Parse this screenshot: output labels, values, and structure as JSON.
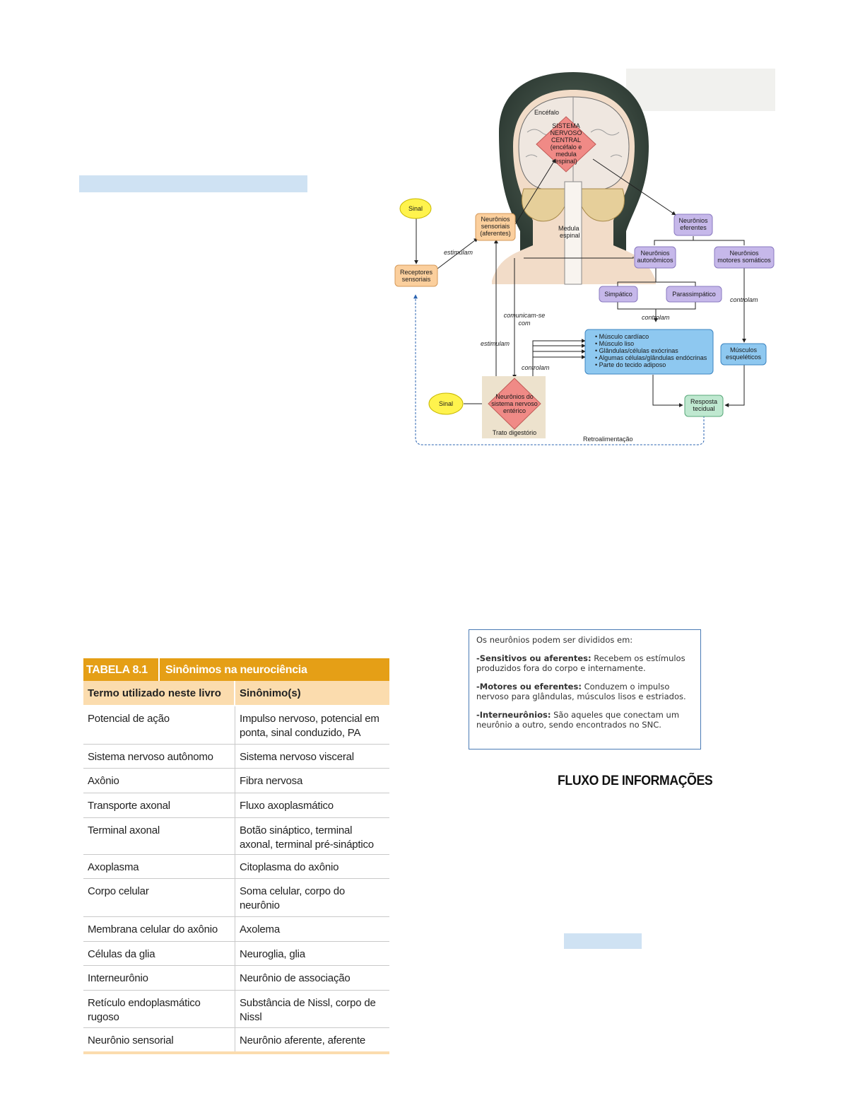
{
  "diagram": {
    "encefalo": "Encéfalo",
    "snc": [
      "SISTEMA",
      "NERVOSO",
      "CENTRAL",
      "(encéfalo e",
      "medula",
      "espinal)"
    ],
    "medula": [
      "Medula",
      "espinal"
    ],
    "sinal_top": "Sinal",
    "receptores": [
      "Receptores",
      "sensoriais"
    ],
    "estimulam_1": "estimulam",
    "sensoriais": [
      "Neurônios",
      "sensoriais",
      "(aferentes)"
    ],
    "eferentes": [
      "Neurônios",
      "eferentes"
    ],
    "autonomicos": [
      "Neurônios",
      "autonômicos"
    ],
    "motores": [
      "Neurônios",
      "motores somáticos"
    ],
    "simpatico": "Simpático",
    "parassimpatico": "Parassimpático",
    "controlam_1": "controlam",
    "controlam_2": "controlam",
    "controlam_3": "controlam",
    "comunicam": [
      "comunicam-se",
      "com"
    ],
    "estimulam_2": "estimulam",
    "efetores": [
      "• Músculo cardíaco",
      "• Músculo liso",
      "• Glândulas/células exócrinas",
      "• Algumas células/glândulas endócrinas",
      "• Parte do tecido adiposo"
    ],
    "musculos": [
      "Músculos",
      "esqueléticos"
    ],
    "sinal_bottom": "Sinal",
    "enterico": [
      "Neurônios do",
      "sistema nervoso",
      "entérico"
    ],
    "trato": "Trato digestório",
    "resposta": [
      "Resposta",
      "tecidual"
    ],
    "retro": "Retroalimentação"
  },
  "table": {
    "tag": "TABELA 8.1",
    "title": "Sinônimos na neurociência",
    "col1": "Termo utilizado neste livro",
    "col2": "Sinônimo(s)",
    "rows": [
      {
        "term": "Potencial de ação",
        "syn": "Impulso nervoso, potencial em ponta, sinal conduzido, PA"
      },
      {
        "term": "Sistema nervoso autônomo",
        "syn": "Sistema nervoso visceral"
      },
      {
        "term": "Axônio",
        "syn": "Fibra nervosa"
      },
      {
        "term": "Transporte axonal",
        "syn": "Fluxo axoplasmático"
      },
      {
        "term": "Terminal axonal",
        "syn": "Botão sináptico, terminal axonal, terminal pré-sináptico"
      },
      {
        "term": "Axoplasma",
        "syn": "Citoplasma do axônio"
      },
      {
        "term": "Corpo celular",
        "syn": "Soma celular, corpo do neurônio"
      },
      {
        "term": "Membrana celular do axônio",
        "syn": "Axolema"
      },
      {
        "term": "Células da glia",
        "syn": "Neuroglia, glia"
      },
      {
        "term": "Interneurônio",
        "syn": "Neurônio de associação"
      },
      {
        "term": "Retículo endoplasmático rugoso",
        "syn": "Substância de Nissl, corpo de Nissl"
      },
      {
        "term": "Neurônio sensorial",
        "syn": "Neurônio aferente, aferente"
      }
    ]
  },
  "textbox": {
    "intro": "Os neurônios podem ser divididos em:",
    "s_label": "-Sensitivos ou aferentes:",
    "s_text": "Recebem os estímulos produzidos fora do corpo e internamente.",
    "m_label": "-Motores ou eferentes:",
    "m_text": "Conduzem o impulso nervoso para glândulas, músculos lisos e estriados.",
    "i_label": "-Interneurônios:",
    "i_text": "São aqueles que conectam um neurônio a outro, sendo encontrados no SNC."
  },
  "heading": "FLUXO DE INFORMAÇÕES",
  "colors": {
    "highlight": "#cfe2f3",
    "table_header": "#e59f16",
    "table_subheader": "#fbdcae",
    "snc_diamond": "#f08a86",
    "sensory": "#fbcf9d",
    "efferent": "#c6b8ea",
    "effector": "#8ec8f0",
    "response": "#bfe8d0",
    "signal": "#fff34d"
  }
}
